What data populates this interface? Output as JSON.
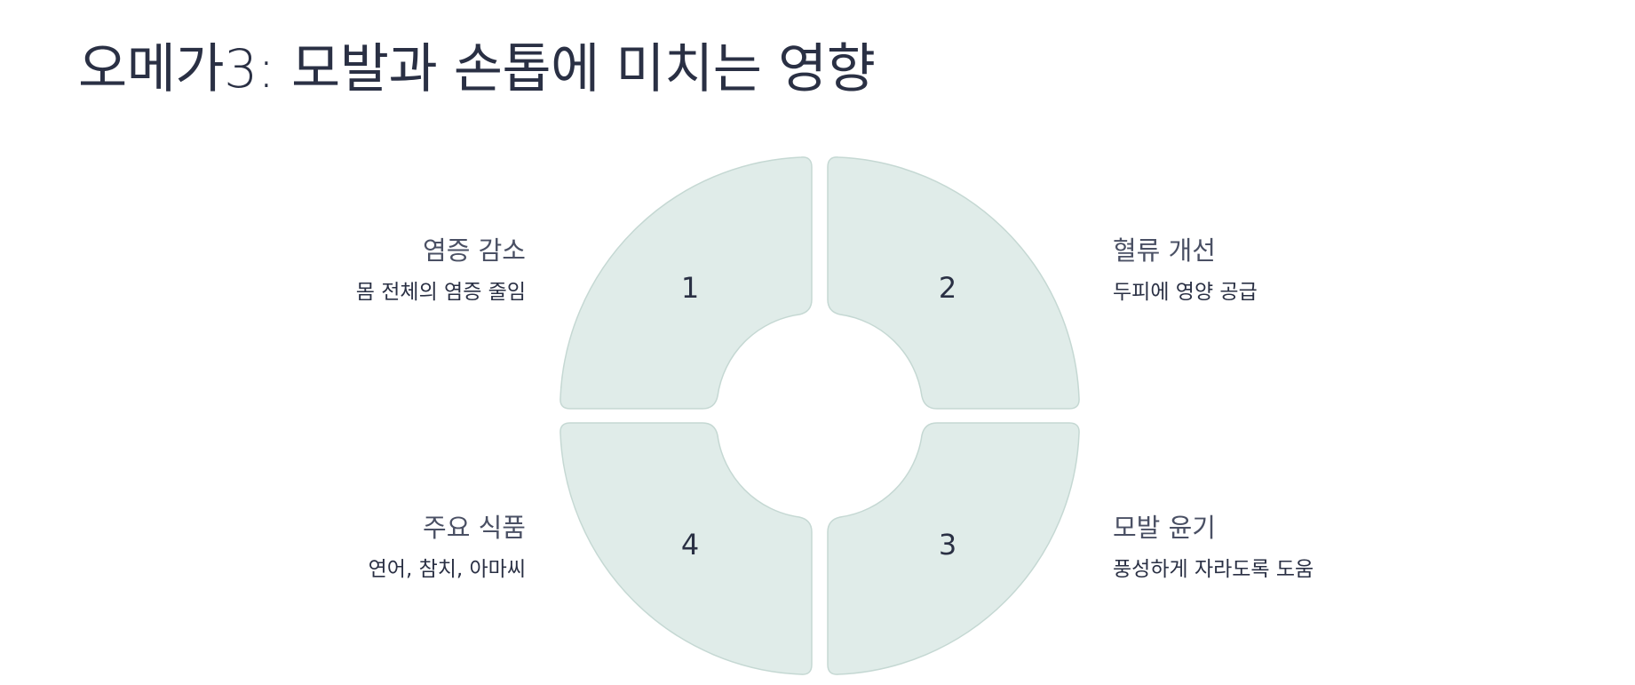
{
  "title": "오메가3: 모발과 손톱에 미치는 영향",
  "colors": {
    "segment_fill": "#e0ece9",
    "segment_stroke": "#c5d8d3",
    "text": "#2a3044"
  },
  "segments": [
    {
      "number": "1",
      "heading": "염증 감소",
      "description": "몸 전체의 염증 줄임"
    },
    {
      "number": "2",
      "heading": "혈류 개선",
      "description": "두피에 영양 공급"
    },
    {
      "number": "3",
      "heading": "모발 윤기",
      "description": "풍성하게 자라도록 도움"
    },
    {
      "number": "4",
      "heading": "주요 식품",
      "description": "연어, 참치, 아마씨"
    }
  ]
}
